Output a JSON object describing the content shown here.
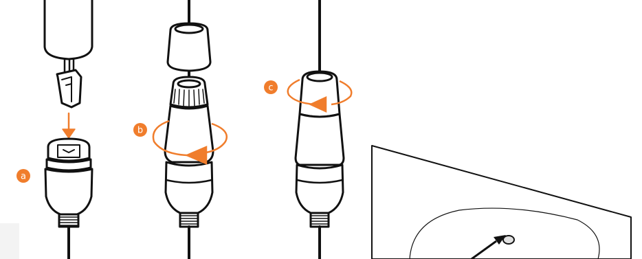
{
  "steps": [
    {
      "label": "a"
    },
    {
      "label": "b"
    },
    {
      "label": "c"
    }
  ],
  "colors": {
    "accent": "#F07D2C",
    "line": "#111111",
    "panel_tab": "#F3F3F3"
  },
  "icons": [
    "down-arrow-icon",
    "rotate-arrow-icon",
    "rotate-arrow-icon",
    "pointer-arrow-icon"
  ]
}
